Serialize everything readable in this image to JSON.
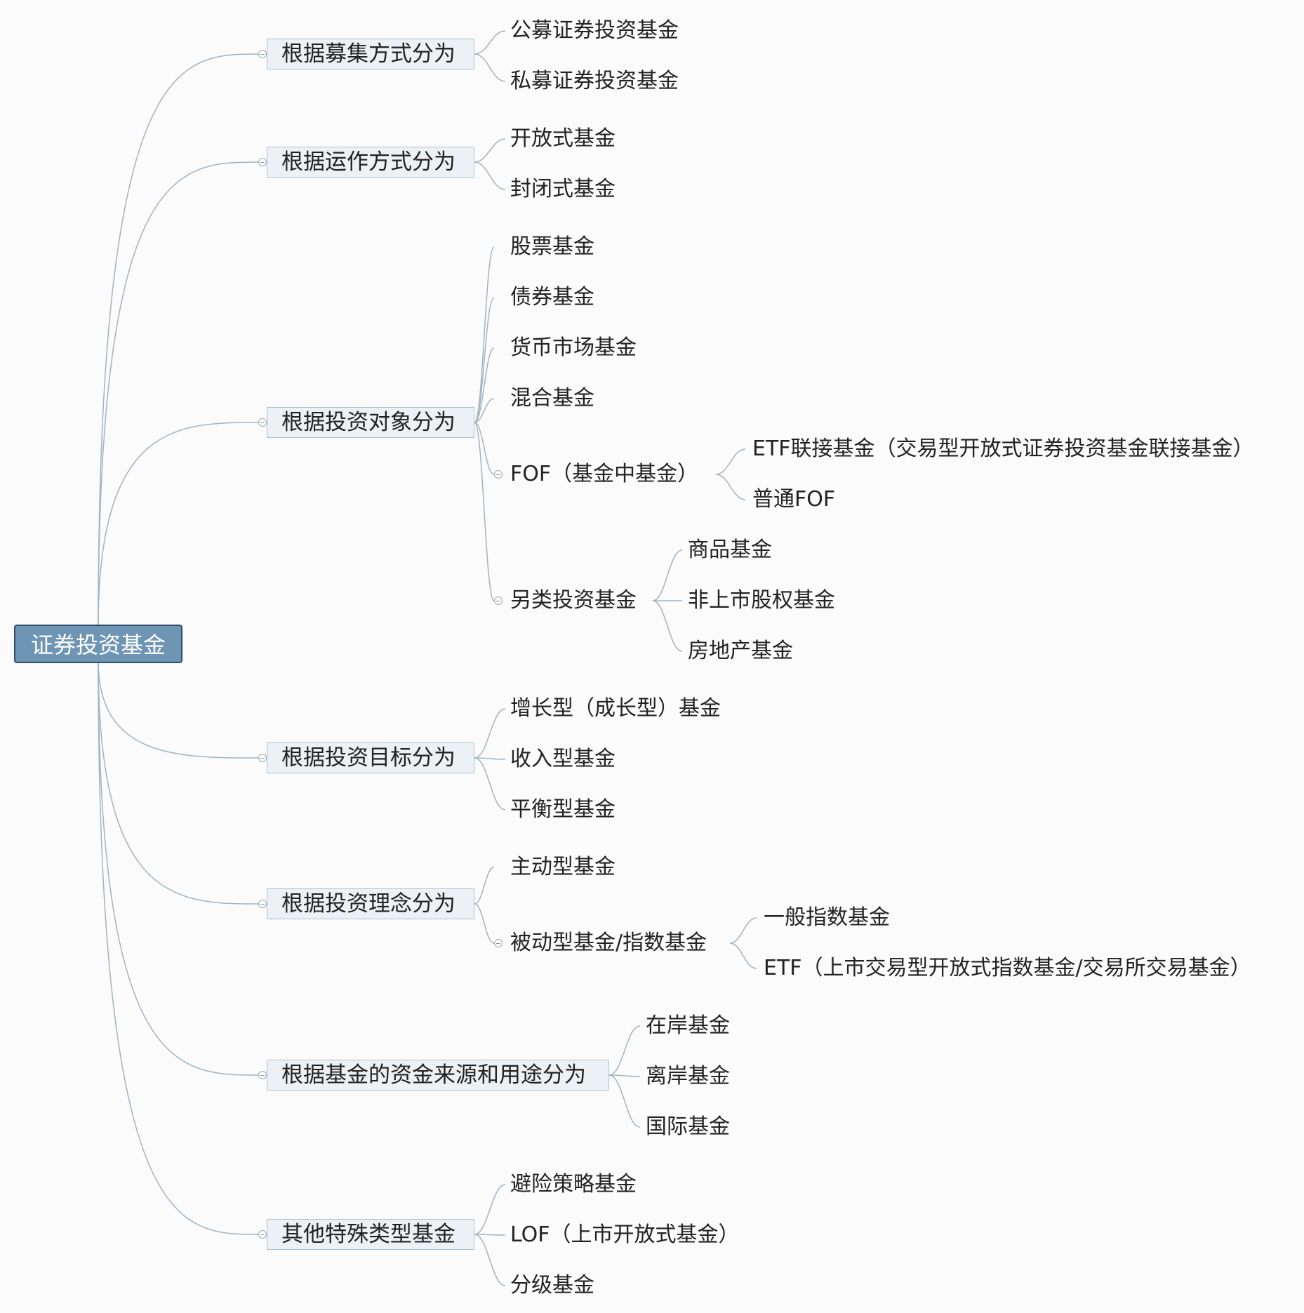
{
  "root": "证券投资基金",
  "branches": [
    {
      "label": "根据募集方式分为",
      "children": [
        {
          "label": "公募证券投资基金"
        },
        {
          "label": "私募证券投资基金"
        }
      ]
    },
    {
      "label": "根据运作方式分为",
      "children": [
        {
          "label": "开放式基金"
        },
        {
          "label": "封闭式基金"
        }
      ]
    },
    {
      "label": "根据投资对象分为",
      "children": [
        {
          "label": "股票基金"
        },
        {
          "label": "债券基金"
        },
        {
          "label": "货币市场基金"
        },
        {
          "label": "混合基金"
        },
        {
          "label": "FOF（基金中基金）",
          "children": [
            {
              "label": "ETF联接基金（交易型开放式证券投资基金联接基金）"
            },
            {
              "label": "普通FOF"
            }
          ]
        },
        {
          "label": "另类投资基金",
          "children": [
            {
              "label": "商品基金"
            },
            {
              "label": "非上市股权基金"
            },
            {
              "label": "房地产基金"
            }
          ]
        }
      ]
    },
    {
      "label": "根据投资目标分为",
      "children": [
        {
          "label": "增长型（成长型）基金"
        },
        {
          "label": "收入型基金"
        },
        {
          "label": "平衡型基金"
        }
      ]
    },
    {
      "label": "根据投资理念分为",
      "children": [
        {
          "label": "主动型基金"
        },
        {
          "label": "被动型基金/指数基金",
          "children": [
            {
              "label": "一般指数基金"
            },
            {
              "label": "ETF（上市交易型开放式指数基金/交易所交易基金）"
            }
          ]
        }
      ]
    },
    {
      "label": "根据基金的资金来源和用途分为",
      "children": [
        {
          "label": "在岸基金"
        },
        {
          "label": "离岸基金"
        },
        {
          "label": "国际基金"
        }
      ]
    },
    {
      "label": "其他特殊类型基金",
      "children": [
        {
          "label": "避险策略基金"
        },
        {
          "label": "LOF（上市开放式基金）"
        },
        {
          "label": "分级基金"
        }
      ]
    }
  ]
}
